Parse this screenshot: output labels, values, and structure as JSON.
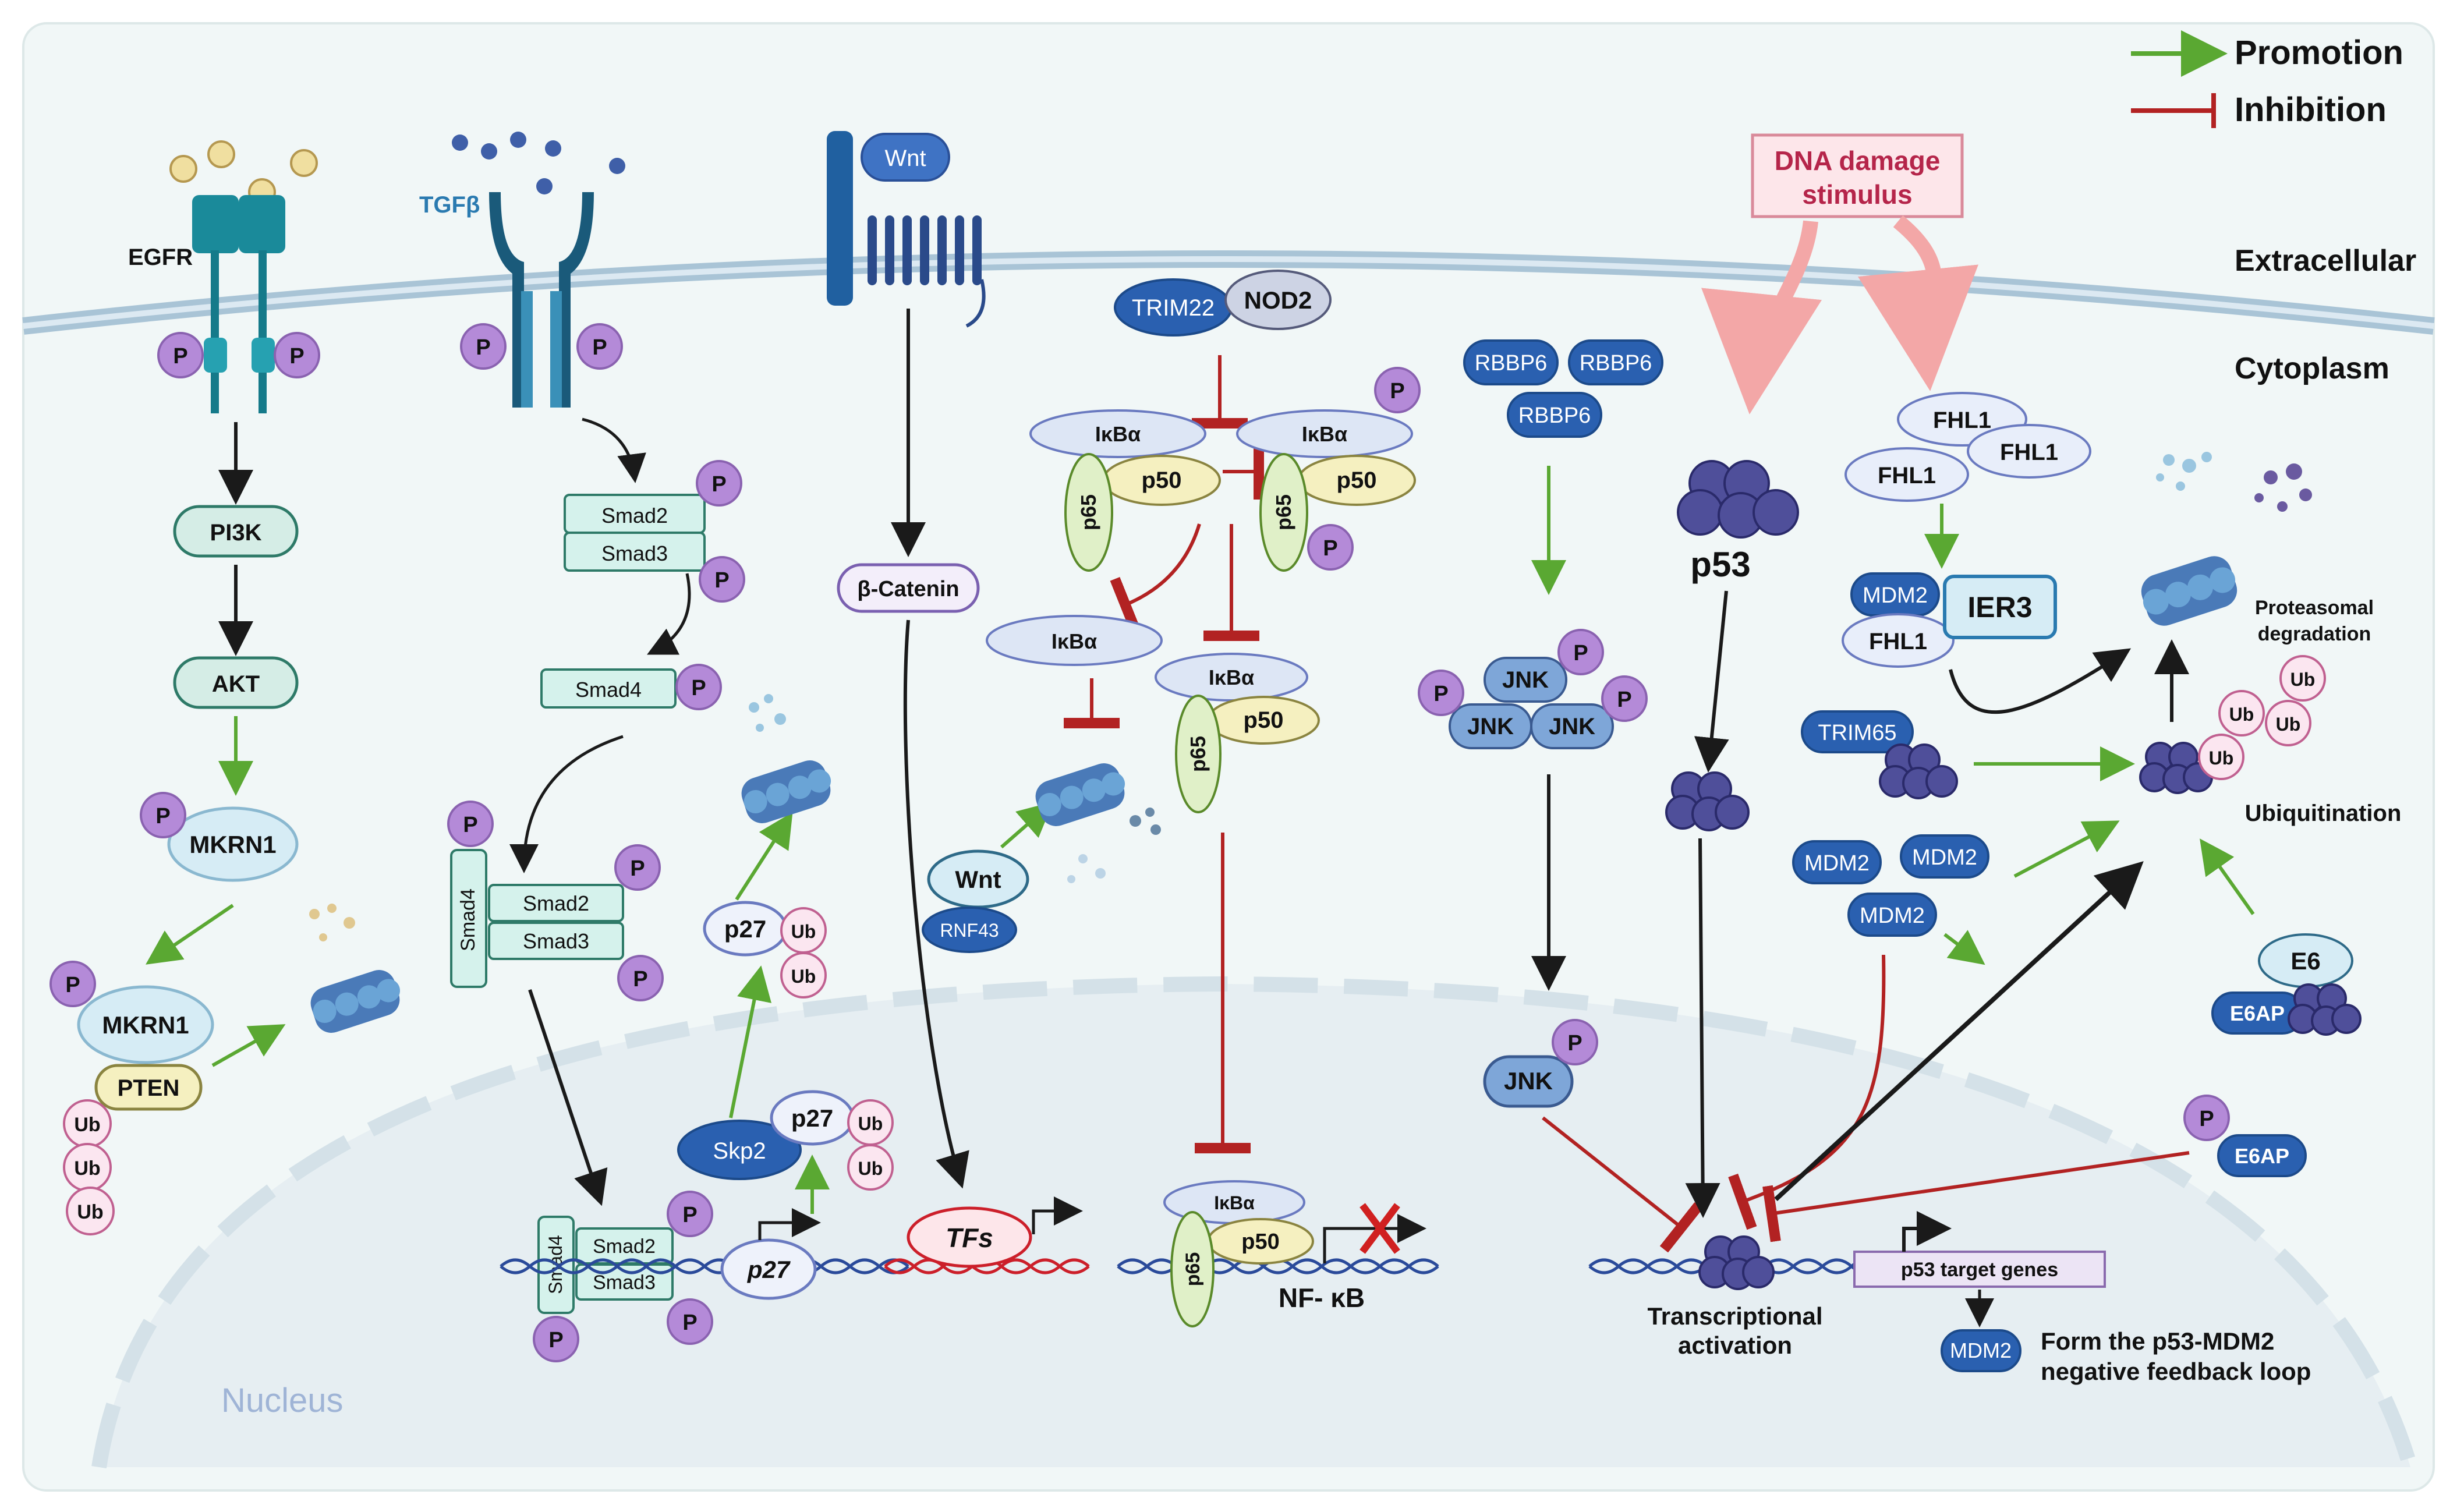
{
  "legend": {
    "promotion": "Promotion",
    "inhibition": "Inhibition"
  },
  "compartments": {
    "extracellular": "Extracellular",
    "cytoplasm": "Cytoplasm",
    "nucleus": "Nucleus"
  },
  "stimulus": {
    "line1": "DNA damage",
    "line2": "stimulus"
  },
  "labels": {
    "egfr": "EGFR",
    "tgfb": "TGFβ",
    "wnt": "Wnt",
    "pi3k": "PI3K",
    "akt": "AKT",
    "mkrn1": "MKRN1",
    "pten": "PTEN",
    "smad2": "Smad2",
    "smad3": "Smad3",
    "smad4": "Smad4",
    "p27": "p27",
    "skp2": "Skp2",
    "bcatenin": "β-Catenin",
    "tfs": "TFs",
    "trim22": "TRIM22",
    "nod2": "NOD2",
    "ikba": "IκBα",
    "p50": "p50",
    "p65": "p65",
    "rnf43": "RNF43",
    "nfkb": "NF- κB",
    "rbbp6": "RBBP6",
    "jnk": "JNK",
    "p53": "p53",
    "fhl1": "FHL1",
    "mdm2": "MDM2",
    "ier3": "IER3",
    "trim65": "TRIM65",
    "e6": "E6",
    "e6ap": "E6AP",
    "ub": "Ub",
    "p": "P",
    "proteasomal": "Proteasomal",
    "degradation": "degradation",
    "ubiquitination": "Ubiquitination",
    "transcriptional": "Transcriptional",
    "activation": "activation",
    "p53_target": "p53 target genes",
    "feedback1": "Form the p53-MDM2",
    "feedback2": "negative feedback loop"
  },
  "colors": {
    "promotion": "#5aa832",
    "inhibition": "#b22222",
    "phospho": "#b48ad8",
    "blue_box": "#3f73c4",
    "teal_box": "#d5ede6",
    "yellow_box": "#f5f0c0",
    "p53_purple": "#4f4f9a",
    "membrane": "#a9c4d6",
    "stimulus_arrow": "#f3a7a7"
  }
}
